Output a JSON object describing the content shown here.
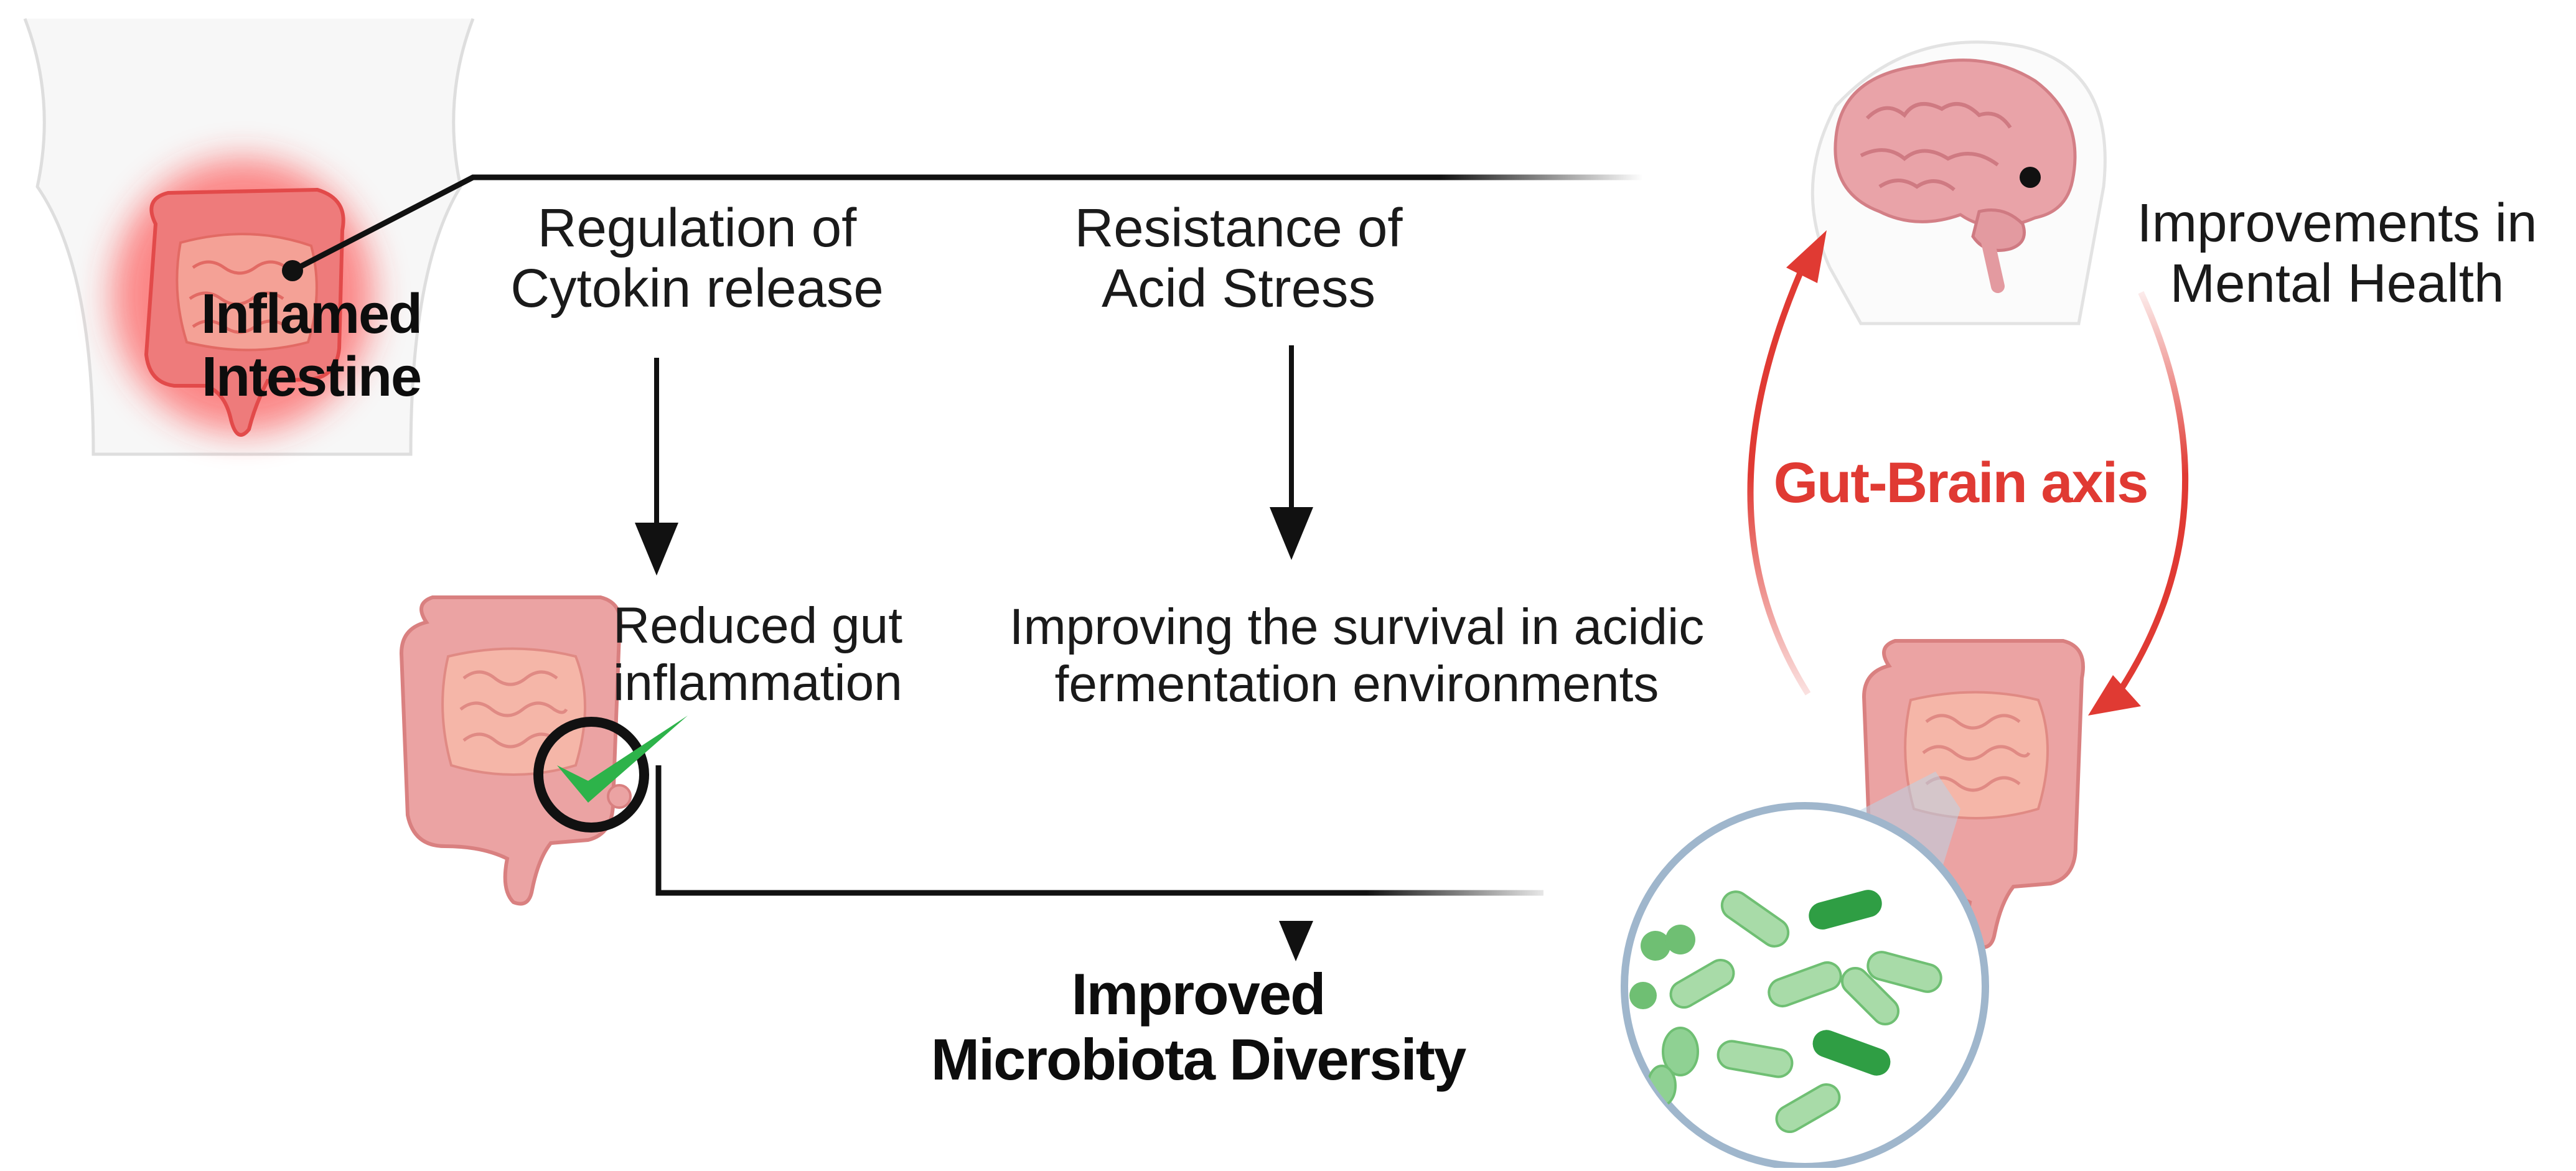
{
  "colors": {
    "inflamed_glow": "#ff2a2a",
    "intestine_fill": "#f0a0a0",
    "intestine_inner": "#f6b3a8",
    "axis_red": "#e03a33",
    "check_green": "#2db34a",
    "bacteria_green": "#8fd193",
    "bacteria_dark": "#2f9e44",
    "lens_blue": "#b9d3e6",
    "brain_pink": "#e9a3a8",
    "line_black": "#111111"
  },
  "icons": [
    "body-torso-icon",
    "inflamed-intestine-icon",
    "intestine-icon",
    "checkmark-icon",
    "brain-icon",
    "microbiota-magnifier-icon"
  ],
  "labels": {
    "inflamed": [
      "Inflamed",
      "Intestine"
    ],
    "cytokine": [
      "Regulation of",
      "Cytokin release"
    ],
    "acid": [
      "Resistance of",
      "Acid Stress"
    ],
    "reduced": [
      "Reduced gut",
      "inflammation"
    ],
    "survival": [
      "Improving the survival in acidic",
      "fermentation environments"
    ],
    "diversity": [
      "Improved",
      "Microbiota Diversity"
    ],
    "mental": [
      "Improvements in",
      "Mental Health"
    ],
    "axis": "Gut-Brain axis"
  }
}
